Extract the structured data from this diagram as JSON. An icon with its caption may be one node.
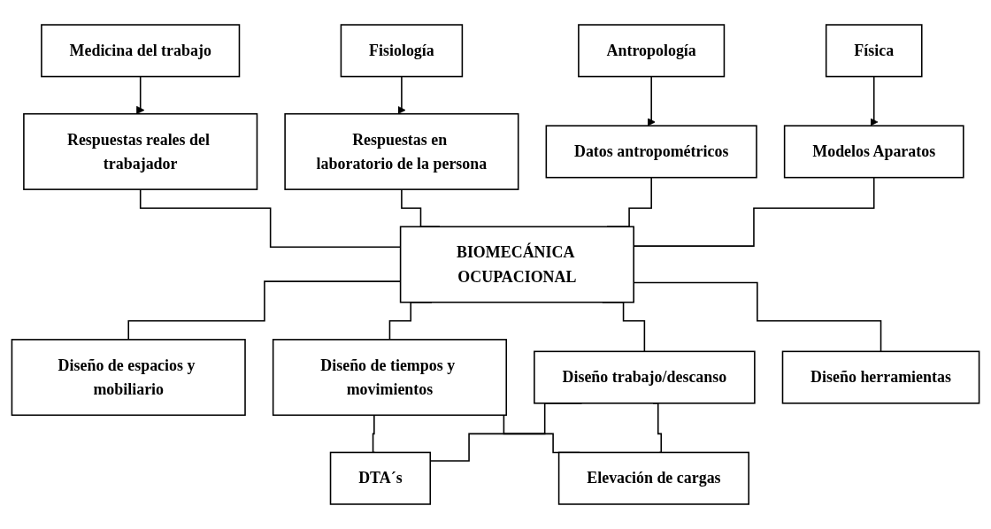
{
  "diagram": {
    "nodes": [
      {
        "text": [
          "Medicina del trabajo"
        ]
      },
      {
        "text": [
          "Fisiología"
        ]
      },
      {
        "text": [
          "Antropología"
        ]
      },
      {
        "text": [
          "Física"
        ]
      },
      {
        "text": [
          "Respuestas reales del trabajador"
        ]
      },
      {
        "text": [
          "Respuestas en laboratorio de la persona"
        ]
      },
      {
        "text": [
          "Datos antropométricos"
        ]
      },
      {
        "text": [
          "Modelos Aparatos"
        ]
      },
      {
        "text": [
          "BIOMECÁNICA OCUPACIONAL"
        ]
      },
      {
        "text": [
          "Diseño de espacios y mobiliario"
        ]
      },
      {
        "text": [
          "Diseño de tiempos y movimientos"
        ]
      },
      {
        "text": [
          "Diseño trabajo/descanso"
        ]
      },
      {
        "text": [
          "Diseño herramientas"
        ]
      },
      {
        "text": [
          "DTA´s"
        ]
      },
      {
        "text": [
          "Elevación de cargas"
        ]
      }
    ],
    "edges": [
      {
        "from": 0,
        "to": 4,
        "arrow": "to"
      },
      {
        "from": 1,
        "to": 5,
        "arrow": "to"
      },
      {
        "from": 2,
        "to": 6,
        "arrow": "to"
      },
      {
        "from": 3,
        "to": 7,
        "arrow": "to"
      },
      {
        "from": 4,
        "to": 8,
        "arrow": "none"
      },
      {
        "from": 5,
        "to": 8,
        "arrow": "none"
      },
      {
        "from": 6,
        "to": 8,
        "arrow": "none"
      },
      {
        "from": 7,
        "to": 8,
        "arrow": "none"
      },
      {
        "from": 8,
        "to": 9,
        "arrow": "none"
      },
      {
        "from": 8,
        "to": 10,
        "arrow": "none"
      },
      {
        "from": 8,
        "to": 11,
        "arrow": "none"
      },
      {
        "from": 8,
        "to": 12,
        "arrow": "none"
      },
      {
        "from": 10,
        "to": 13,
        "arrow": "none"
      },
      {
        "from": 10,
        "to": 14,
        "arrow": "none"
      },
      {
        "from": 11,
        "to": 13,
        "arrow": "none"
      },
      {
        "from": 11,
        "to": 14,
        "arrow": "none"
      }
    ]
  }
}
